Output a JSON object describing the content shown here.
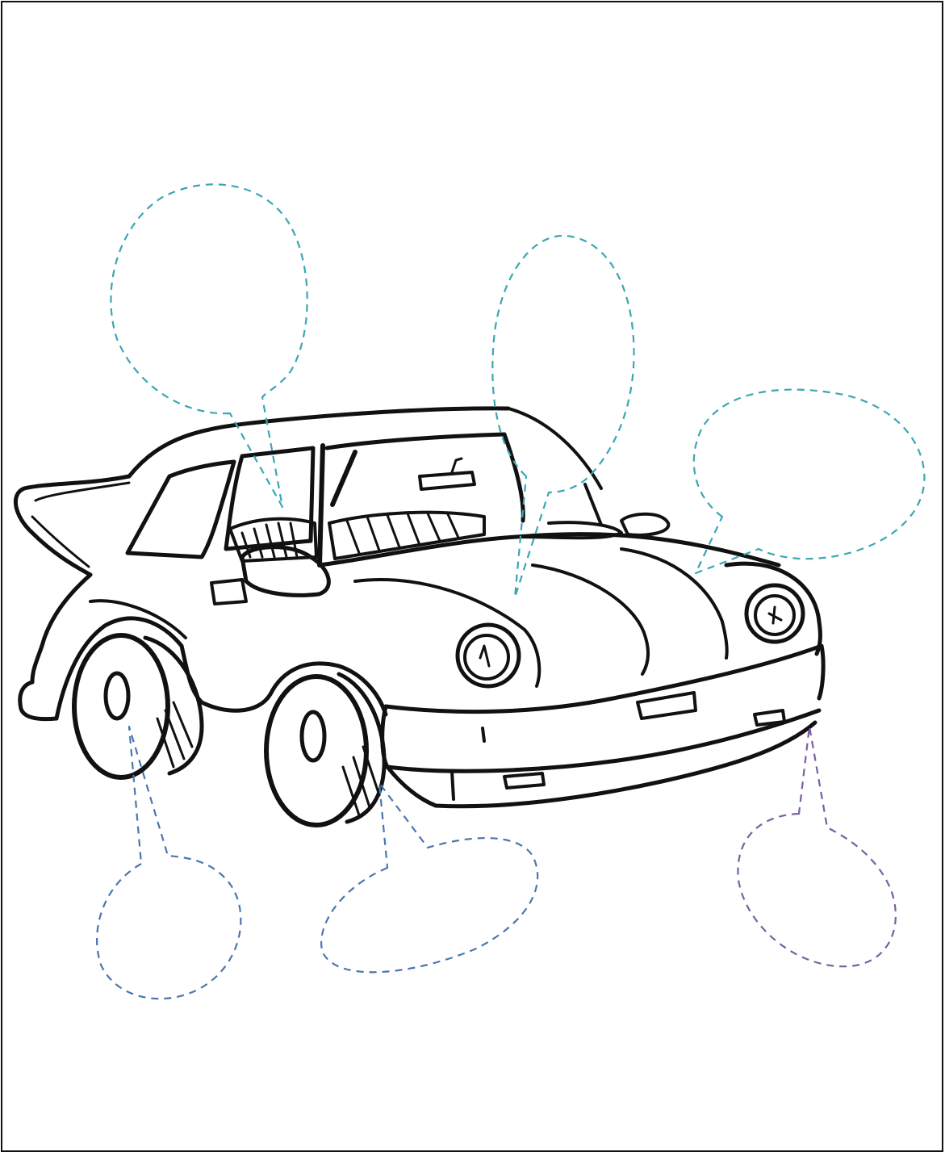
{
  "worksheet": {
    "subject": "car-parts-labelling",
    "callouts": [
      {
        "id": "window",
        "label": "",
        "color": "#3aa6b4"
      },
      {
        "id": "hood",
        "label": "",
        "color": "#3aa6b4"
      },
      {
        "id": "headlight",
        "label": "",
        "color": "#3aa6b4"
      },
      {
        "id": "rear-wheel",
        "label": "",
        "color": "#4a76b0"
      },
      {
        "id": "front-wheel",
        "label": "",
        "color": "#4a76b0"
      },
      {
        "id": "bumper",
        "label": "",
        "color": "#7a5ea0"
      }
    ]
  }
}
